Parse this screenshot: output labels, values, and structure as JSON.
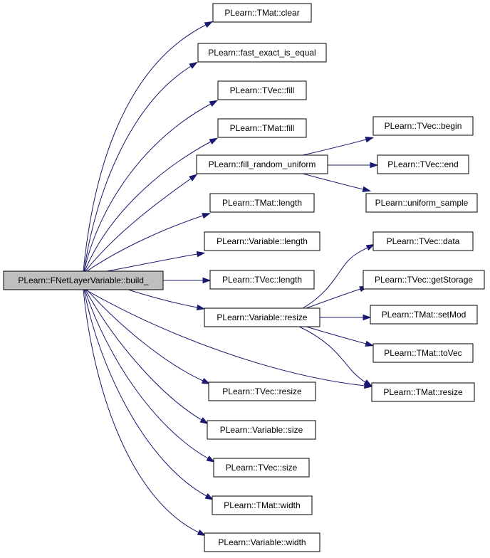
{
  "graph": {
    "root": "PLearn::FNetLayerVariable::build_",
    "nodes": [
      {
        "id": "root",
        "label": "PLearn::FNetLayerVariable::build_"
      },
      {
        "id": "tmat_clear",
        "label": "PLearn::TMat::clear"
      },
      {
        "id": "fast_exact",
        "label": "PLearn::fast_exact_is_equal"
      },
      {
        "id": "tvec_fill",
        "label": "PLearn::TVec::fill"
      },
      {
        "id": "tmat_fill",
        "label": "PLearn::TMat::fill"
      },
      {
        "id": "fill_random",
        "label": "PLearn::fill_random_uniform"
      },
      {
        "id": "tmat_length",
        "label": "PLearn::TMat::length"
      },
      {
        "id": "var_length",
        "label": "PLearn::Variable::length"
      },
      {
        "id": "tvec_length",
        "label": "PLearn::TVec::length"
      },
      {
        "id": "var_resize",
        "label": "PLearn::Variable::resize"
      },
      {
        "id": "tvec_resize",
        "label": "PLearn::TVec::resize"
      },
      {
        "id": "var_size",
        "label": "PLearn::Variable::size"
      },
      {
        "id": "tvec_size",
        "label": "PLearn::TVec::size"
      },
      {
        "id": "tmat_width",
        "label": "PLearn::TMat::width"
      },
      {
        "id": "var_width",
        "label": "PLearn::Variable::width"
      },
      {
        "id": "tvec_begin",
        "label": "PLearn::TVec::begin"
      },
      {
        "id": "tvec_end",
        "label": "PLearn::TVec::end"
      },
      {
        "id": "uniform_sample",
        "label": "PLearn::uniform_sample"
      },
      {
        "id": "tvec_data",
        "label": "PLearn::TVec::data"
      },
      {
        "id": "tvec_getstorage",
        "label": "PLearn::TVec::getStorage"
      },
      {
        "id": "tmat_setmod",
        "label": "PLearn::TMat::setMod"
      },
      {
        "id": "tmat_tovec",
        "label": "PLearn::TMat::toVec"
      },
      {
        "id": "tmat_resize",
        "label": "PLearn::TMat::resize"
      }
    ],
    "edges": [
      {
        "from": "root",
        "to": "tmat_clear"
      },
      {
        "from": "root",
        "to": "fast_exact"
      },
      {
        "from": "root",
        "to": "tvec_fill"
      },
      {
        "from": "root",
        "to": "tmat_fill"
      },
      {
        "from": "root",
        "to": "fill_random"
      },
      {
        "from": "root",
        "to": "tmat_length"
      },
      {
        "from": "root",
        "to": "var_length"
      },
      {
        "from": "root",
        "to": "tvec_length"
      },
      {
        "from": "root",
        "to": "var_resize"
      },
      {
        "from": "root",
        "to": "tmat_resize"
      },
      {
        "from": "root",
        "to": "tvec_resize"
      },
      {
        "from": "root",
        "to": "var_size"
      },
      {
        "from": "root",
        "to": "tvec_size"
      },
      {
        "from": "root",
        "to": "tmat_width"
      },
      {
        "from": "root",
        "to": "var_width"
      },
      {
        "from": "fill_random",
        "to": "tvec_begin"
      },
      {
        "from": "fill_random",
        "to": "tvec_end"
      },
      {
        "from": "fill_random",
        "to": "uniform_sample"
      },
      {
        "from": "var_resize",
        "to": "tvec_data"
      },
      {
        "from": "var_resize",
        "to": "tvec_getstorage"
      },
      {
        "from": "var_resize",
        "to": "tmat_setmod"
      },
      {
        "from": "var_resize",
        "to": "tmat_tovec"
      },
      {
        "from": "var_resize",
        "to": "tmat_resize"
      }
    ]
  },
  "colors": {
    "edge": "#191970",
    "node_border": "#000000",
    "node_fill": "#ffffff",
    "root_fill": "#bfbfbf"
  }
}
